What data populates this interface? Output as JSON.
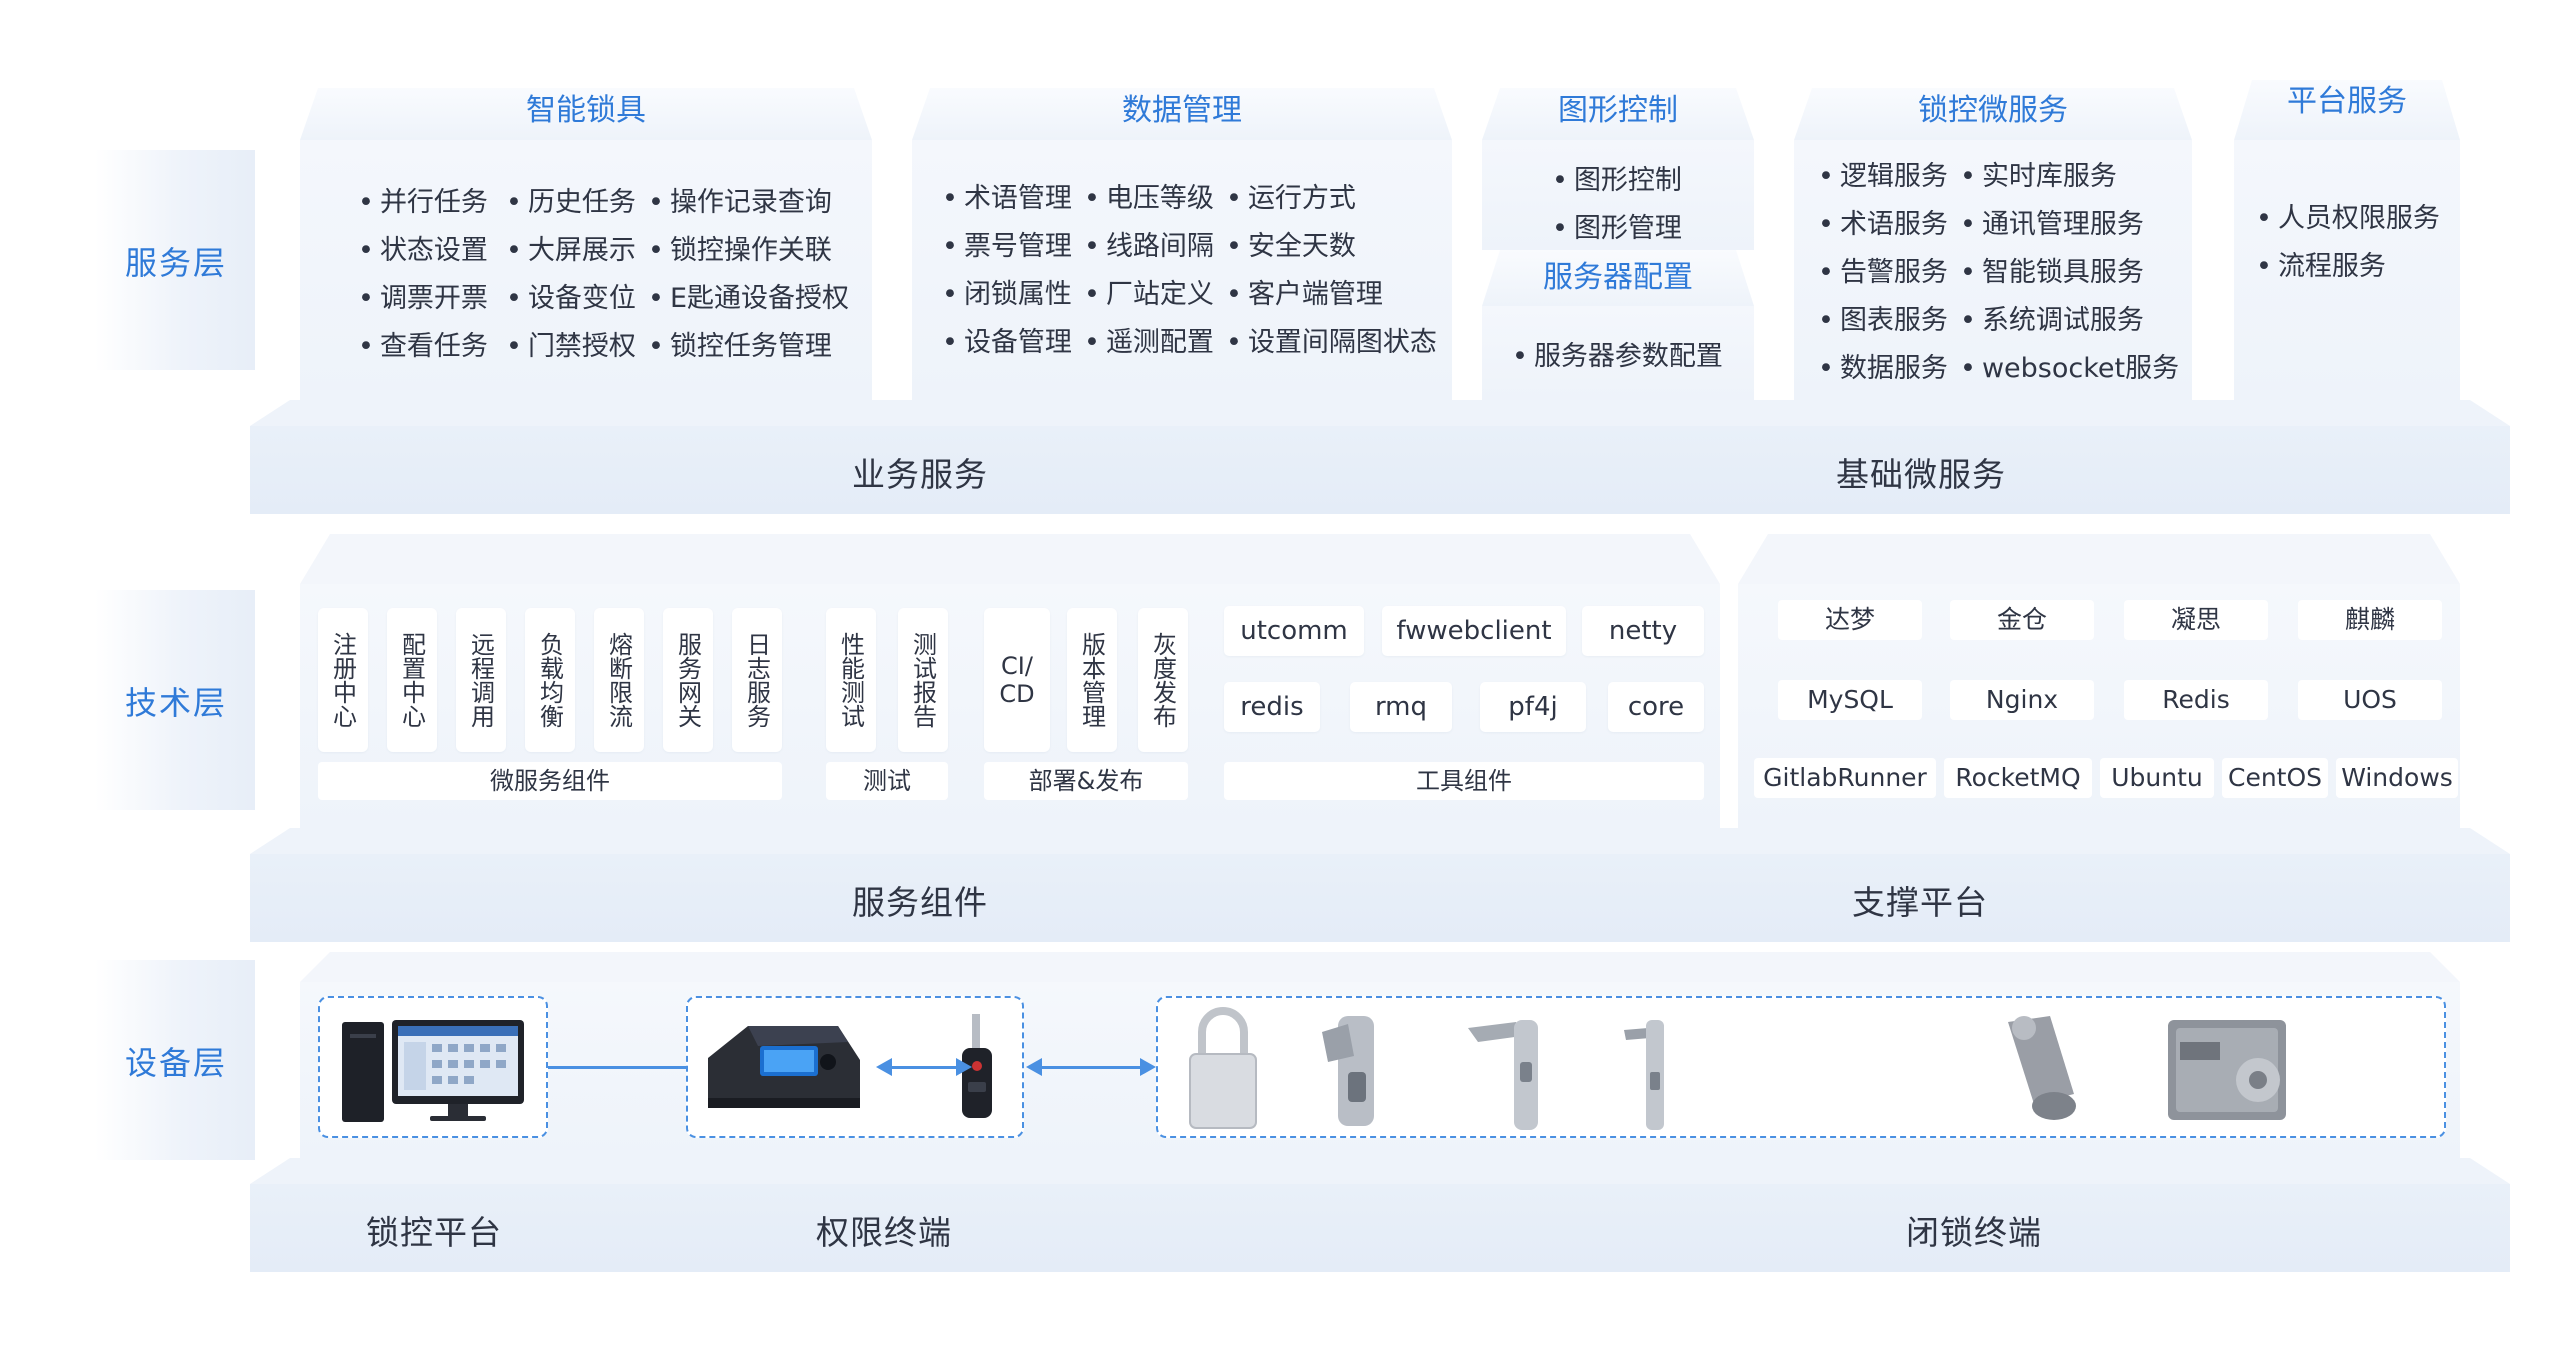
{
  "layers": {
    "service": "服务层",
    "tech": "技术层",
    "device": "设备层"
  },
  "cards": {
    "smart_lock": {
      "title": "智能锁具",
      "col1": [
        "并行任务",
        "状态设置",
        "调票开票",
        "查看任务"
      ],
      "col2": [
        "历史任务",
        "大屏展示",
        "设备变位",
        "门禁授权"
      ],
      "col3": [
        "操作记录查询",
        "锁控操作关联",
        "E匙通设备授权",
        "锁控任务管理"
      ]
    },
    "data_mgmt": {
      "title": "数据管理",
      "col1": [
        "术语管理",
        "票号管理",
        "闭锁属性",
        "设备管理"
      ],
      "col2": [
        "电压等级",
        "线路间隔",
        "厂站定义",
        "遥测配置"
      ],
      "col3": [
        "运行方式",
        "安全天数",
        "客户端管理",
        "设置间隔图状态"
      ]
    },
    "graphic": {
      "title": "图形控制",
      "items": [
        "图形控制",
        "图形管理"
      ],
      "title2": "服务器配置",
      "items2": [
        "服务器参数配置"
      ]
    },
    "lock_micro": {
      "title": "锁控微服务",
      "col1": [
        "逻辑服务",
        "术语服务",
        "告警服务",
        "图表服务",
        "数据服务"
      ],
      "col2": [
        "实时库服务",
        "通讯管理服务",
        "智能锁具服务",
        "系统调试服务",
        "websocket服务"
      ]
    },
    "platform": {
      "title": "平台服务",
      "items": [
        "人员权限服务",
        "流程服务"
      ]
    }
  },
  "slabs": {
    "business": "业务服务",
    "basic_micro": "基础微服务",
    "service_comp": "服务组件",
    "support": "支撑平台",
    "lock_platform": "锁控平台",
    "auth_terminal": "权限终端",
    "lock_terminal": "闭锁终端"
  },
  "tech": {
    "micro": [
      "注册中心",
      "配置中心",
      "远程调用",
      "负载均衡",
      "熔断限流",
      "服务网关",
      "日志服务"
    ],
    "micro_cap": "微服务组件",
    "test": [
      "性能测试",
      "测试报告"
    ],
    "test_cap": "测试",
    "deploy_ci": "CI/CD",
    "deploy": [
      "版本管理",
      "灰度发布"
    ],
    "deploy_cap": "部署&发布",
    "tools_row1": [
      "utcomm",
      "fwwebclient",
      "netty"
    ],
    "tools_row2": [
      "redis",
      "rmq",
      "pf4j",
      "core"
    ],
    "tools_cap": "工具组件",
    "support_row1": [
      "达梦",
      "金仓",
      "凝思",
      "麒麟"
    ],
    "support_row2": [
      "MySQL",
      "Nginx",
      "Redis",
      "UOS"
    ],
    "support_row3": [
      "GitlabRunner",
      "RocketMQ",
      "Ubuntu",
      "CentOS",
      "Windows"
    ]
  },
  "colors": {
    "accent": "#2f7ad8",
    "line": "#4a90e2",
    "panel": "#eef3fa"
  }
}
